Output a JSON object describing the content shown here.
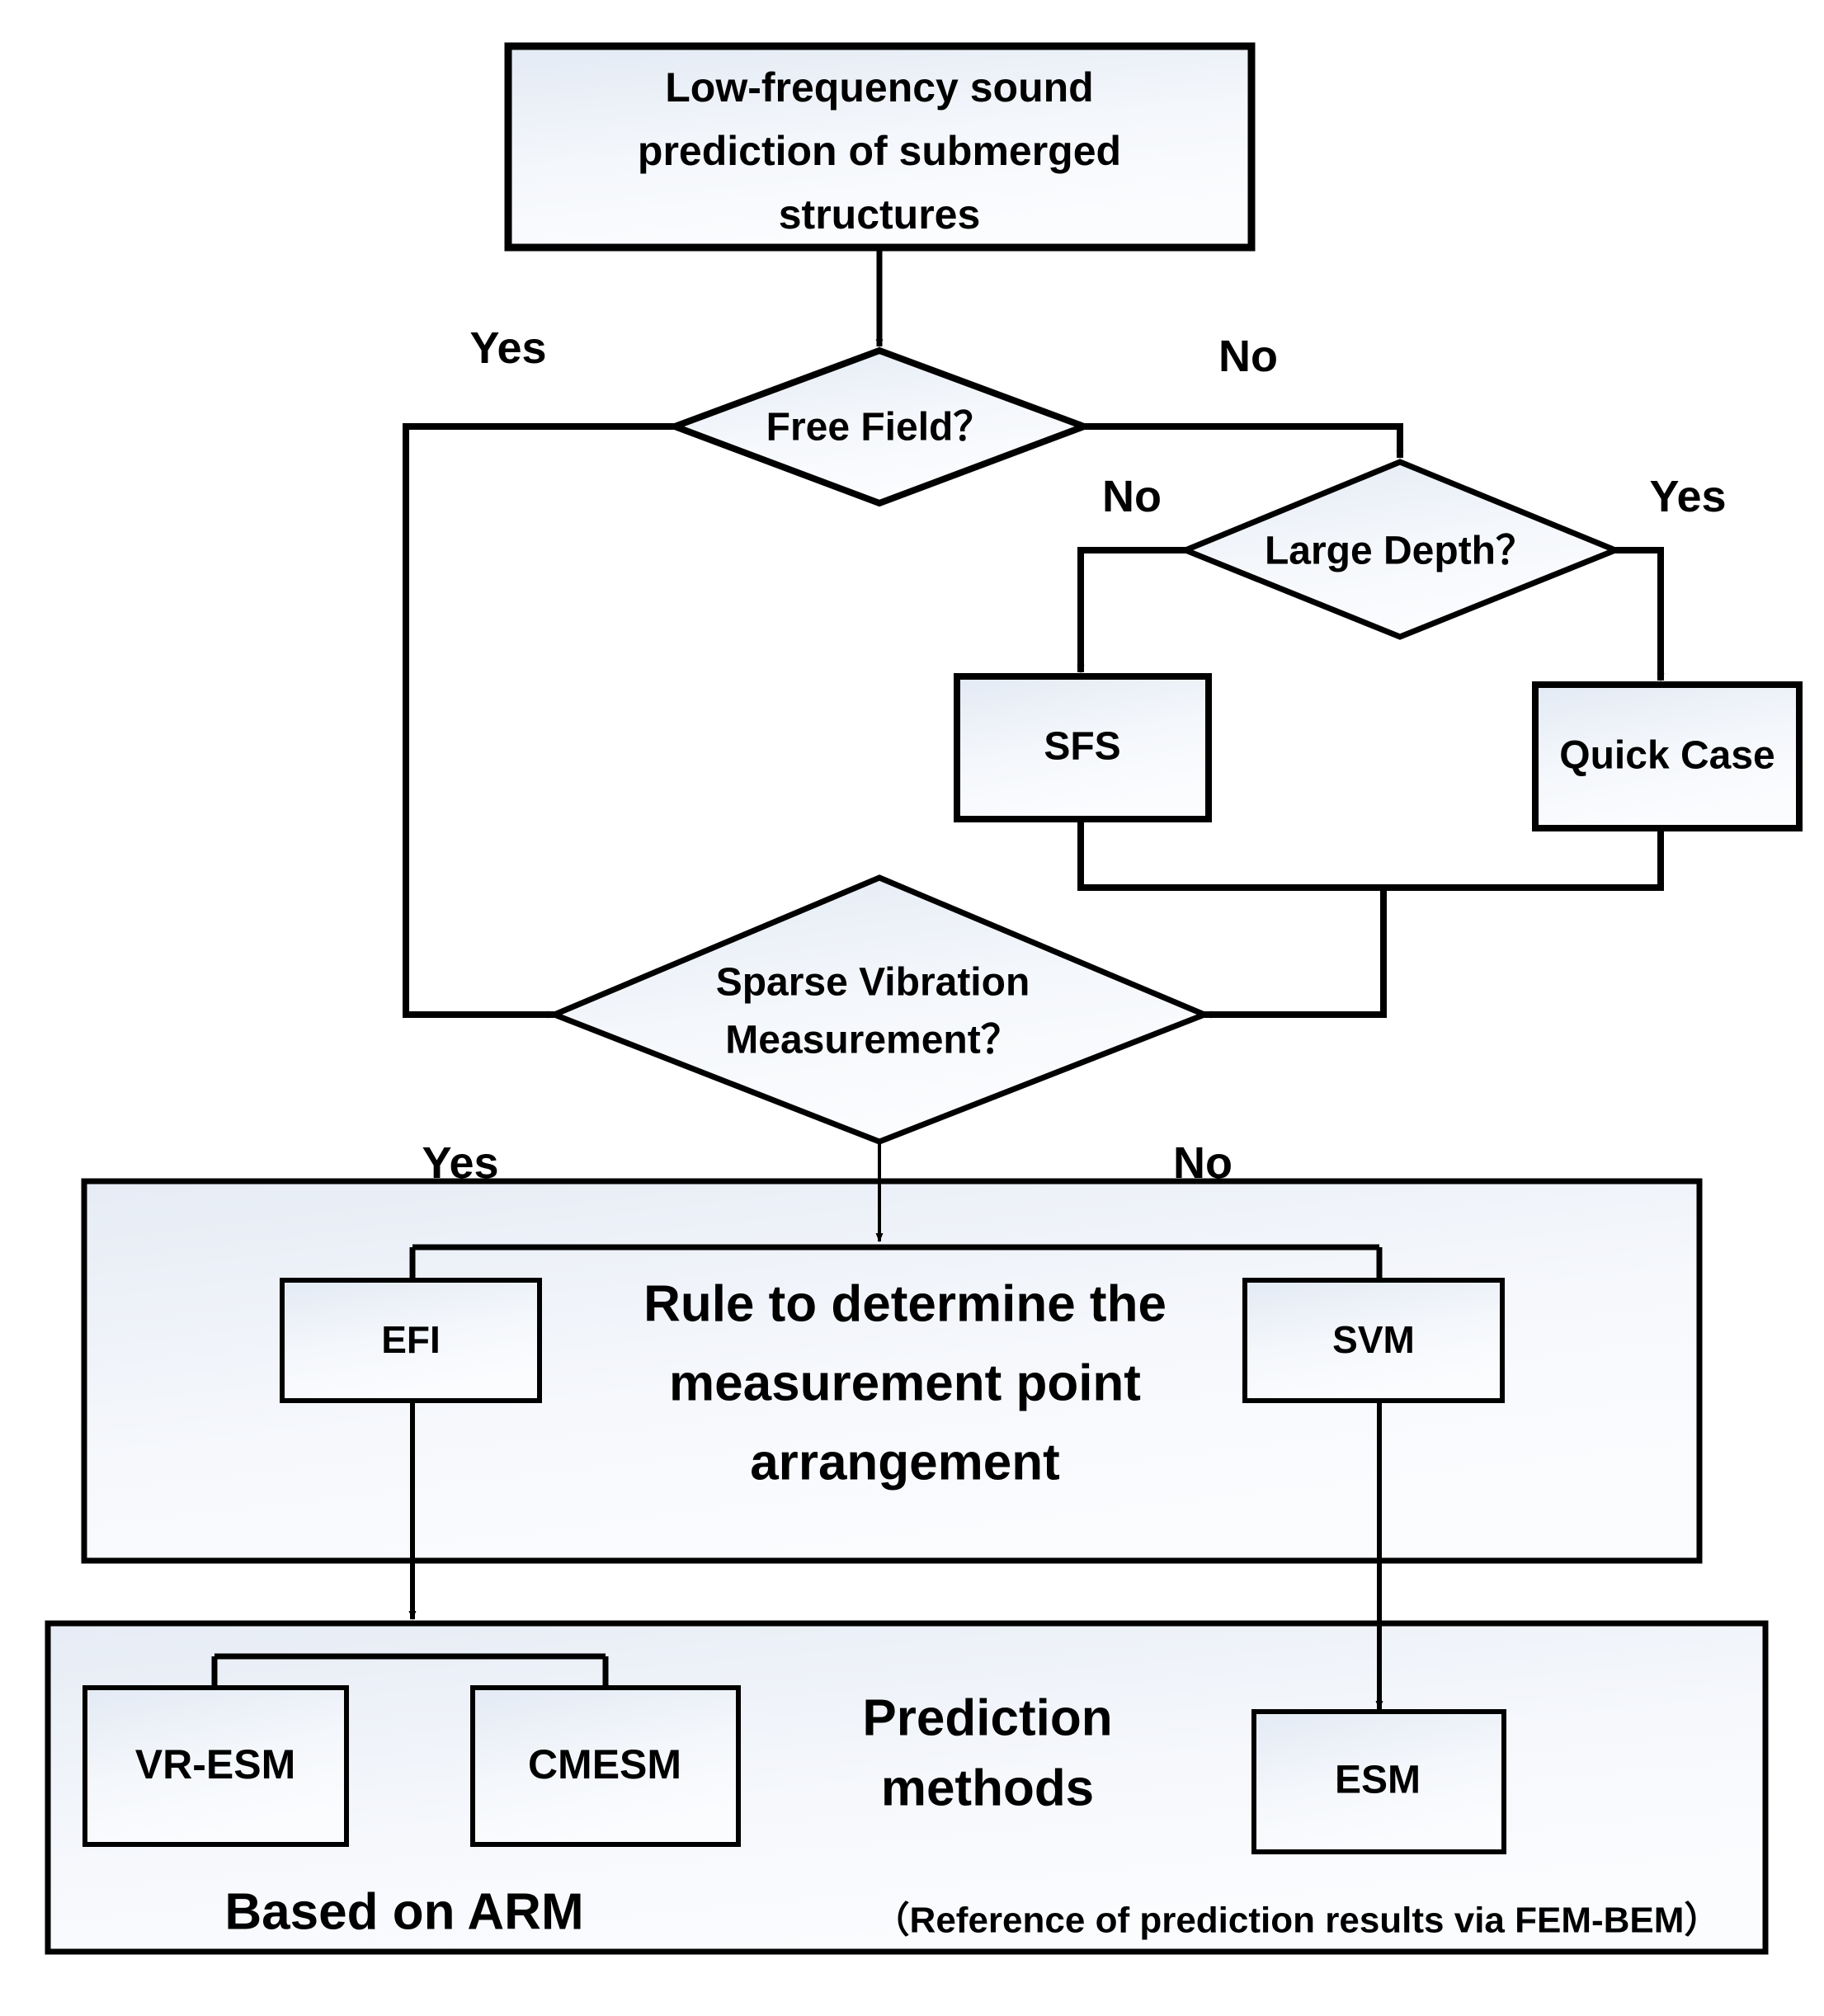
{
  "diagram": {
    "title_node": {
      "id": "start",
      "label_lines": [
        "Low-frequency sound",
        "prediction of submerged",
        "structures"
      ],
      "shape": "rect"
    },
    "decisions": [
      {
        "id": "free-field",
        "label_lines": [
          "Free Field？"
        ],
        "yes_label": "Yes",
        "no_label": "No"
      },
      {
        "id": "large-depth",
        "label_lines": [
          "Large Depth？"
        ],
        "yes_label": "Yes",
        "no_label": "No"
      },
      {
        "id": "sparse-vibration",
        "label_lines": [
          "Sparse Vibration",
          "Measurement？"
        ],
        "yes_label": "Yes",
        "no_label": "No"
      }
    ],
    "process_nodes": [
      {
        "id": "sfs",
        "label": "SFS"
      },
      {
        "id": "quick-case",
        "label": "Quick Case"
      },
      {
        "id": "efi",
        "label": "EFI"
      },
      {
        "id": "svm",
        "label": "SVM"
      },
      {
        "id": "vr-esm",
        "label": "VR-ESM"
      },
      {
        "id": "cmesm",
        "label": "CMESM"
      },
      {
        "id": "esm",
        "label": "ESM"
      }
    ],
    "panels": [
      {
        "id": "rule-panel",
        "heading_lines": [
          "Rule to determine the",
          "measurement point",
          "arrangement"
        ]
      },
      {
        "id": "prediction-panel",
        "heading_lines": [
          "Prediction",
          "methods"
        ],
        "caption_left": "Based on ARM",
        "caption_right": "（Reference of prediction results via FEM-BEM）"
      }
    ],
    "edge_labels": {
      "free_field_yes": "Yes",
      "free_field_no": "No",
      "large_depth_no": "No",
      "large_depth_yes": "Yes",
      "sparse_yes": "Yes",
      "sparse_no": "No"
    },
    "colors": {
      "stroke": "#000000",
      "box_fill_top": "#e3eaf4",
      "box_fill_bottom": "#fbfcfe",
      "panel_fill_top": "#e6ecf5",
      "panel_fill_bottom": "#fafcfe",
      "text": "#000000",
      "background": "#ffffff"
    }
  }
}
